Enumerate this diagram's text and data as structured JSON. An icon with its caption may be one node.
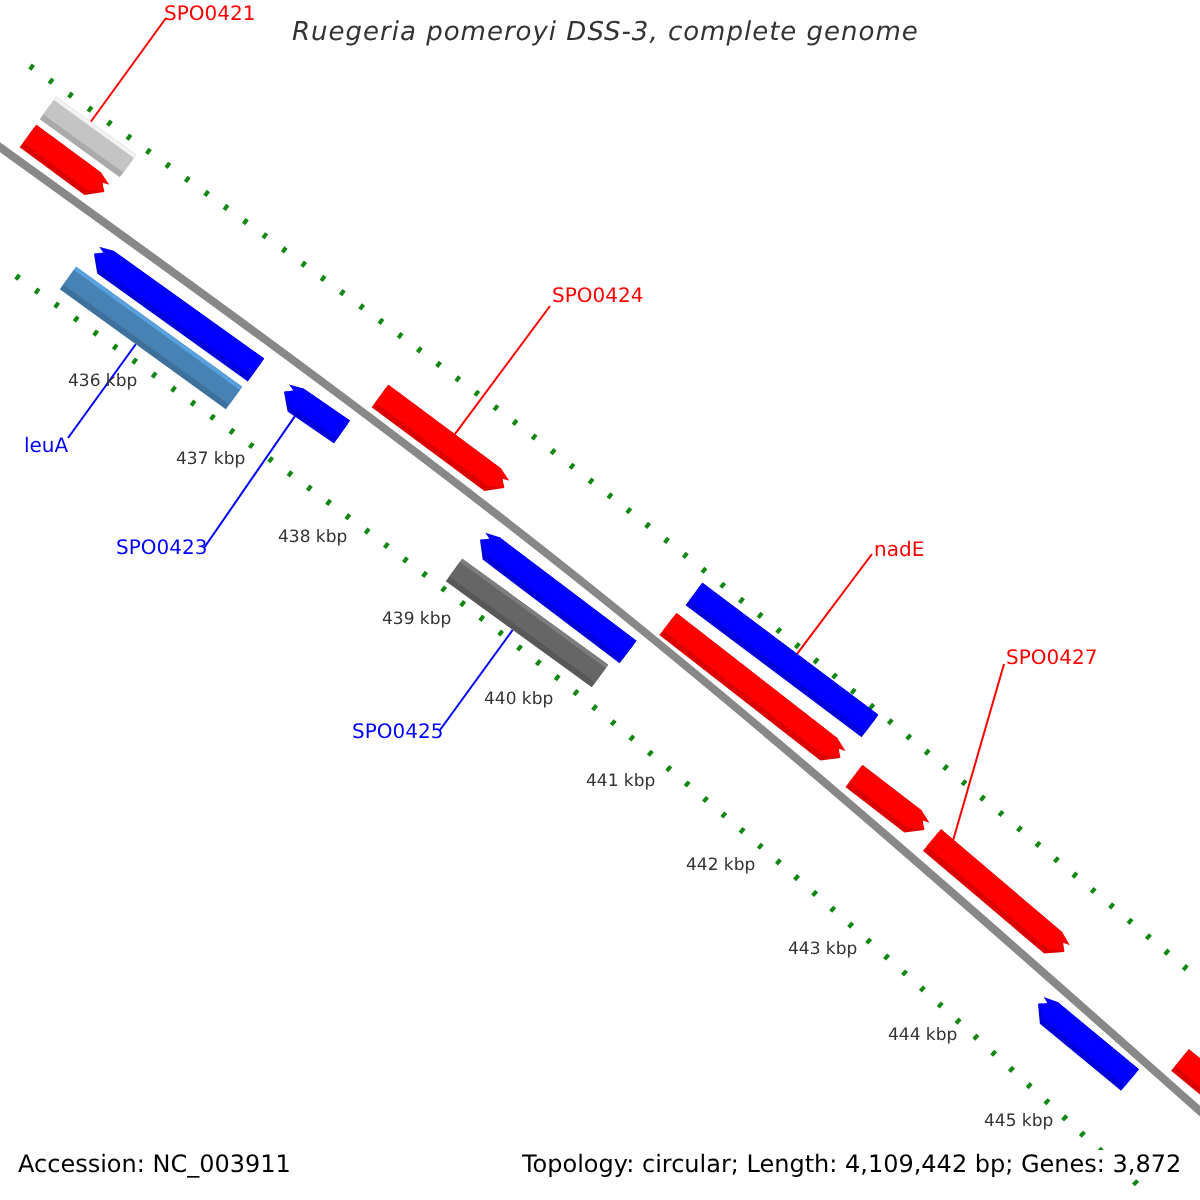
{
  "diagram": {
    "title": "Ruegeria pomeroyi DSS-3, complete genome",
    "nodes": [
      {
        "text": [
          "SPO0421"
        ]
      },
      {
        "text": [
          "leuA"
        ]
      },
      {
        "text": [
          "SPO0423"
        ]
      },
      {
        "text": [
          "SPO0424"
        ]
      },
      {
        "text": [
          "SPO0425"
        ]
      },
      {
        "text": [
          "nadE"
        ]
      },
      {
        "text": [
          "SPO0427"
        ]
      },
      {
        "text": [],
        "shape": "bar"
      },
      {
        "text": [],
        "shape": "bar"
      },
      {
        "text": [],
        "shape": "bar"
      },
      {
        "text": [],
        "shape": "bar"
      },
      {
        "text": [],
        "shape": "bar"
      },
      {
        "text": [],
        "shape": "bar"
      },
      {
        "text": [],
        "shape": "bar"
      },
      {
        "text": [],
        "shape": "bar"
      },
      {
        "text": [],
        "shape": "bar"
      },
      {
        "text": [],
        "shape": "bar"
      },
      {
        "text": [],
        "shape": "bar"
      },
      {
        "text": [],
        "shape": "bar"
      },
      {
        "text": [],
        "shape": "bar"
      },
      {
        "text": [],
        "shape": "bar"
      }
    ],
    "edges": [
      {
        "from": 0,
        "to": 7,
        "arrow": "none"
      },
      {
        "from": 1,
        "to": 10,
        "arrow": "none",
        "color": "#0000ff"
      },
      {
        "from": 2,
        "to": 11,
        "arrow": "none",
        "color": "#0000ff"
      },
      {
        "from": 3,
        "to": 12,
        "arrow": "none"
      },
      {
        "from": 4,
        "to": 13,
        "arrow": "none",
        "color": "#0000ff"
      },
      {
        "from": 5,
        "to": 15,
        "arrow": "none"
      },
      {
        "from": 6,
        "to": 18,
        "arrow": "none"
      }
    ],
    "labels": [
      "436 kbp",
      "437 kbp",
      "438 kbp",
      "439 kbp",
      "440 kbp",
      "441 kbp",
      "442 kbp",
      "443 kbp",
      "444 kbp",
      "445 kbp",
      "Accession: NC_003911",
      "Topology: circular; Length: 4,109,442 bp; Genes: 3,872"
    ]
  }
}
